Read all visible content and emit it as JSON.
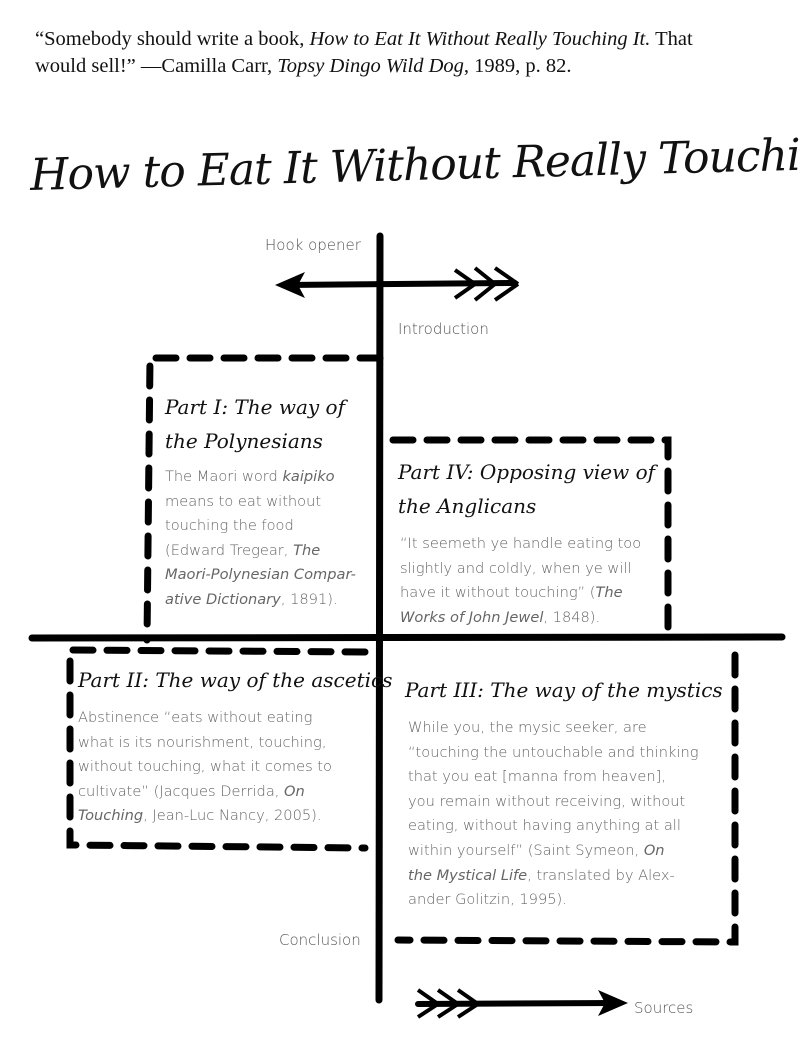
{
  "epigraph": {
    "line1": [
      {
        "t": "“Somebody should write a book, "
      },
      {
        "t": "How to Eat It Without Really Touching It.",
        "i": true
      },
      {
        "t": "  That"
      }
    ],
    "line2": [
      {
        "t": "would sell!”  —Camilla Carr, "
      },
      {
        "t": "Topsy Dingo Wild Dog",
        "i": true
      },
      {
        "t": ", 1989, p. 82."
      }
    ]
  },
  "title": "How to Eat It Without Really Touching It",
  "labels": {
    "hook": "Hook opener",
    "intro": "Introduction",
    "conclusion": "Conclusion",
    "sources": "Sources"
  },
  "parts": [
    {
      "id": "part-1",
      "heading": [
        "Part I: The way of",
        "the Polynesians"
      ],
      "lines": [
        [
          {
            "t": "The Maori word "
          },
          {
            "t": "kaipiko",
            "i": true
          }
        ],
        [
          {
            "t": "means to eat without"
          }
        ],
        [
          {
            "t": "touching the food"
          }
        ],
        [
          {
            "t": "(Edward Tregear, "
          },
          {
            "t": "The",
            "i": true
          }
        ],
        [
          {
            "t": "Maori-Polynesian Compar-",
            "i": true
          }
        ],
        [
          {
            "t": "ative Dictionary",
            "i": true
          },
          {
            "t": ", 1891)."
          }
        ]
      ]
    },
    {
      "id": "part-4",
      "heading": [
        "Part IV: Opposing view of",
        "the Anglicans"
      ],
      "lines": [
        [
          {
            "t": "“It seemeth ye handle eating too"
          }
        ],
        [
          {
            "t": "slightly and coldly, when ye will"
          }
        ],
        [
          {
            "t": "have it without touching” ("
          },
          {
            "t": "The",
            "i": true
          }
        ],
        [
          {
            "t": "Works of John Jewel",
            "i": true
          },
          {
            "t": ", 1848)."
          }
        ]
      ]
    },
    {
      "id": "part-2",
      "heading": [
        "Part II: The way of the ascetics"
      ],
      "lines": [
        [
          {
            "t": "Abstinence “eats without eating"
          }
        ],
        [
          {
            "t": "what is its nourishment, touching,"
          }
        ],
        [
          {
            "t": "without touching, what it comes to"
          }
        ],
        [
          {
            "t": "cultivate” (Jacques Derrida, "
          },
          {
            "t": "On",
            "i": true
          }
        ],
        [
          {
            "t": "Touching",
            "i": true
          },
          {
            "t": ", Jean-Luc Nancy, 2005)."
          }
        ]
      ]
    },
    {
      "id": "part-3",
      "heading": [
        "Part III: The way of the mystics"
      ],
      "lines": [
        [
          {
            "t": "While you, the mysic seeker, are"
          }
        ],
        [
          {
            "t": "“touching the untouchable and thinking"
          }
        ],
        [
          {
            "t": "that you eat [manna from heaven],"
          }
        ],
        [
          {
            "t": "you remain without receiving, without"
          }
        ],
        [
          {
            "t": "eating, without having anything at all"
          }
        ],
        [
          {
            "t": "within yourself” (Saint Symeon, "
          },
          {
            "t": "On",
            "i": true
          }
        ],
        [
          {
            "t": "the Mystical Life",
            "i": true
          },
          {
            "t": ", translated by Alex-"
          }
        ],
        [
          {
            "t": "ander Golitzin, 1995)."
          }
        ]
      ]
    }
  ]
}
